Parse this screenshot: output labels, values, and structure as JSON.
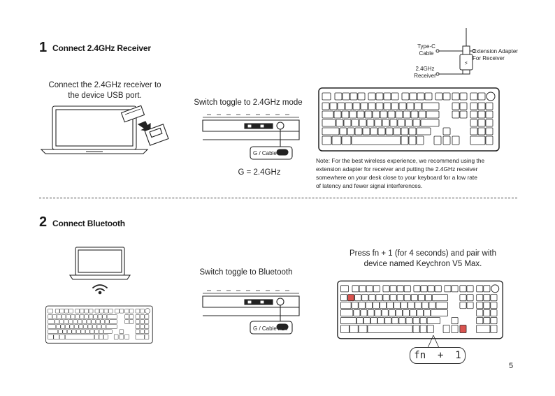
{
  "section1": {
    "number": "1",
    "title": "Connect 2.4GHz Receiver",
    "receiver_caption_line1": "Connect the 2.4GHz receiver to",
    "receiver_caption_line2": "the device USB port.",
    "switch_caption": "Switch toggle to 2.4GHz mode",
    "toggle_label": "G / Cable / BT",
    "mode_caption": "G = 2.4GHz",
    "adapter": {
      "typec_line1": "Type-C",
      "typec_line2": "Cable",
      "receiver_line1": "2.4GHz",
      "receiver_line2": "Receiver",
      "extension_line1": "Extension Adapter",
      "extension_line2": "For Receiver"
    },
    "note_lines": [
      "Note: For the best wireless experience, we recommend using the",
      "extension adapter for receiver and putting the 2.4GHz receiver",
      "somewhere on your desk close to your keyboard for a low rate",
      "of latency and fewer signal interferences."
    ]
  },
  "section2": {
    "number": "2",
    "title": "Connect Bluetooth",
    "switch_caption": "Switch toggle to Bluetooth",
    "toggle_label": "G / Cable / BT",
    "pair_caption_line1": "Press fn + 1 (for 4 seconds) and pair with",
    "pair_caption_line2": "device named Keychron V5 Max.",
    "combo_text": "fn  +  1"
  },
  "page_number": "5",
  "colors": {
    "highlight": "#d9534f",
    "outline": "#222222"
  }
}
